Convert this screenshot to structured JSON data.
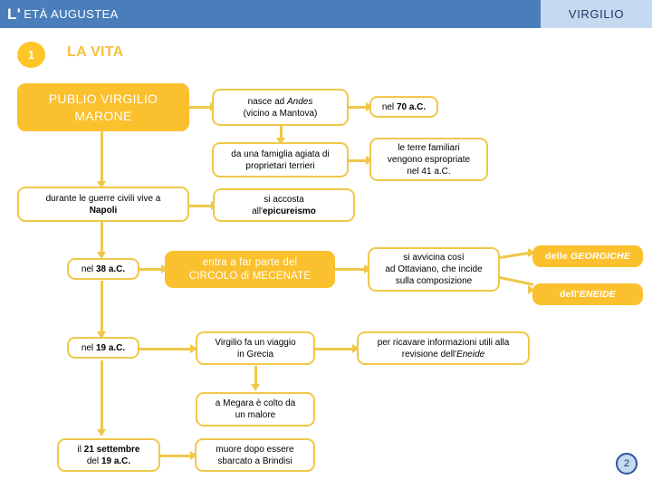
{
  "header": {
    "title_lead": "L'",
    "title_rest": "ETÀ AUGUSTEA",
    "subject": "VIRGILIO"
  },
  "section": {
    "number": "1",
    "title": "LA VITA"
  },
  "diagram": {
    "root": "PUBLIO VIRGILIO MARONE",
    "nodes": {
      "nasce": "nasce ad Andes (vicino a Mantova)",
      "nasce_italic": "Andes",
      "anno70": "nel 70 a.C.",
      "anno70_bold": "70 a.C.",
      "famiglia": "da una famiglia agiata di proprietari terrieri",
      "terre": "le terre familiari vengono espropriate nel 41 a.C.",
      "napoli": "durante le guerre civili vive a Napoli",
      "napoli_bold": "Napoli",
      "epicureismo": "si accosta all'epicureismo",
      "epicureismo_bold": "epicureismo",
      "anno38": "nel 38 a.C.",
      "anno38_bold": "38 a.C.",
      "mecenate": "entra a far parte del CIRCOLO di MECENATE",
      "ottaviano": "si avvicina così ad Ottaviano, che incide sulla composizione",
      "georgiche": "delle GEORGICHE",
      "georgiche_italic": "GEORGICHE",
      "eneide": "dell'ENEIDE",
      "eneide_italic": "ENEIDE",
      "anno19": "nel 19 a.C.",
      "anno19_bold": "19 a.C.",
      "grecia": "Virgilio fa un viaggio in Grecia",
      "revisione": "per ricavare informazioni utili alla revisione dell' Eneide",
      "revisione_italic": "Eneide",
      "megara": "a Megara è colto da un malore",
      "settembre": "il 21 settembre del 19 a.C.",
      "settembre_bold1": "21 settembre",
      "settembre_bold2": "19 a.C.",
      "brindisi": "muore dopo essere sbarcato a Brindisi"
    }
  },
  "footer": {
    "page_number": "2"
  },
  "colors": {
    "header_blue": "#4A7EBB",
    "header_light_blue": "#C5D9F1",
    "accent_amber": "#FBC02D",
    "box_border": "#EFC84A",
    "navy": "#1F3864"
  }
}
